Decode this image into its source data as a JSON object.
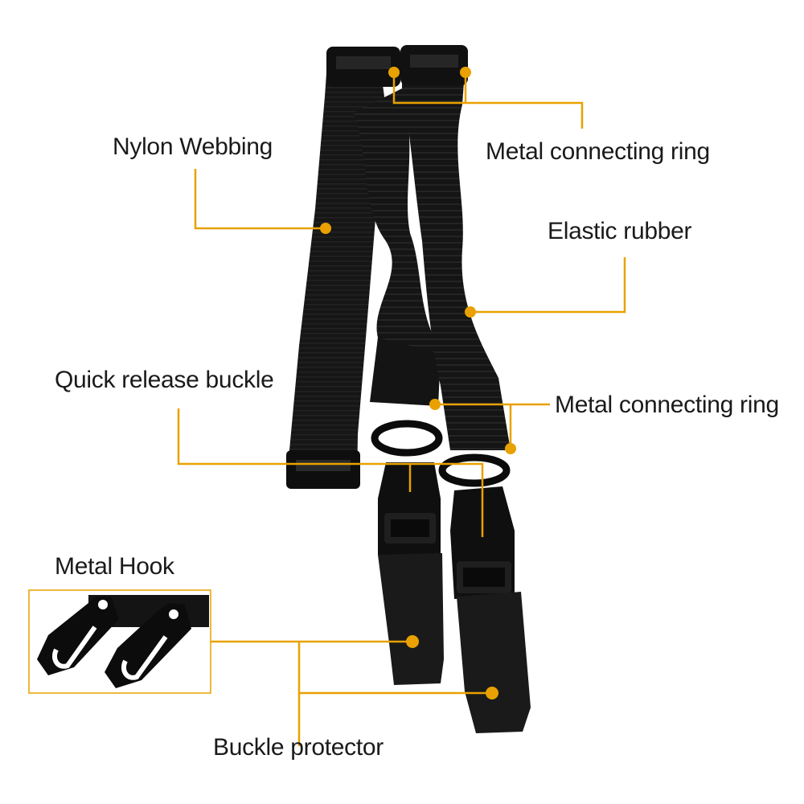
{
  "accent_color": "#e8a100",
  "strap_color": "#141414",
  "labels": {
    "nylon_webbing": "Nylon Webbing",
    "metal_ring_top": "Metal connecting ring",
    "elastic_rubber": "Elastic rubber",
    "quick_release": "Quick release buckle",
    "metal_ring_mid": "Metal connecting ring",
    "metal_hook": "Metal Hook",
    "buckle_protector": "Buckle protector"
  },
  "icons": {
    "hook": "carabiner-hook-icon"
  }
}
